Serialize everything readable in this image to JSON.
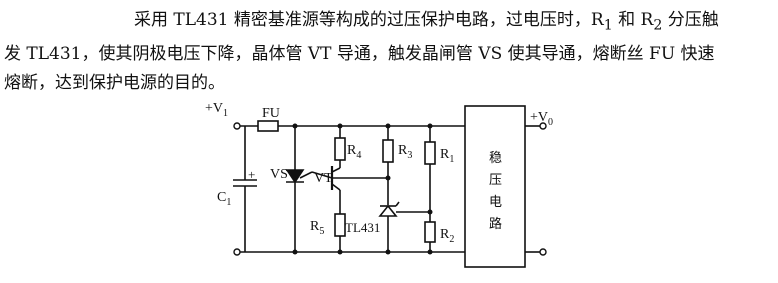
{
  "text": {
    "line1": "采用 TL431 精密基准源等构成的过压保护电路，过电压时，R",
    "line1_sub": "1",
    "line1_mid": " 和 R",
    "line1_sub2": "2",
    "line1_end": " 分压触",
    "line2": "发 TL431，使其阴极电压下降，晶体管 VT 导通，触发晶闸管 VS 使其导通，熔断丝 FU 快速",
    "line3": "熔断，达到保护电源的目的。"
  },
  "diagram": {
    "labels": {
      "v_in": "+V",
      "v_in_sub": "1",
      "v_out": "+V",
      "v_out_sub": "0",
      "fu": "FU",
      "vs": "VS",
      "vt": "VT",
      "c1": "C",
      "c1_sub": "1",
      "r4": "R",
      "r4_sub": "4",
      "r3": "R",
      "r3_sub": "3",
      "r1": "R",
      "r1_sub": "1",
      "r5": "R",
      "r5_sub": "5",
      "r2": "R",
      "r2_sub": "2",
      "tl431": "TL431",
      "cap_plus": "+",
      "regulator": [
        "稳",
        "压",
        "电",
        "路"
      ]
    }
  }
}
